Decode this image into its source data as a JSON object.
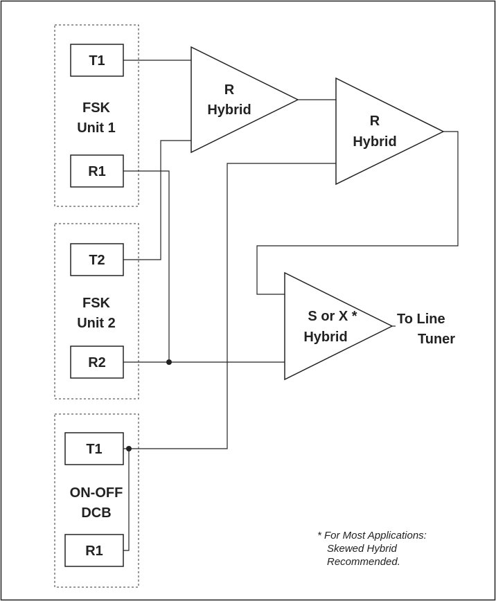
{
  "units": [
    {
      "title_line1": "FSK",
      "title_line2": "Unit 1",
      "ports": [
        "T1",
        "R1"
      ]
    },
    {
      "title_line1": "FSK",
      "title_line2": "Unit 2",
      "ports": [
        "T2",
        "R2"
      ]
    },
    {
      "title_line1": "ON-OFF",
      "title_line2": "DCB",
      "ports": [
        "T1",
        "R1"
      ]
    }
  ],
  "hybrids": [
    {
      "line1": "R",
      "line2": "Hybrid"
    },
    {
      "line1": "R",
      "line2": "Hybrid"
    },
    {
      "line1": "S or X *",
      "line2": "Hybrid"
    }
  ],
  "output": {
    "line1": "To Line",
    "line2": "Tuner"
  },
  "footnote": [
    "* For Most Applications:",
    "Skewed Hybrid",
    "Recommended."
  ],
  "colors": {
    "line": "#222222",
    "background": "#ffffff"
  }
}
